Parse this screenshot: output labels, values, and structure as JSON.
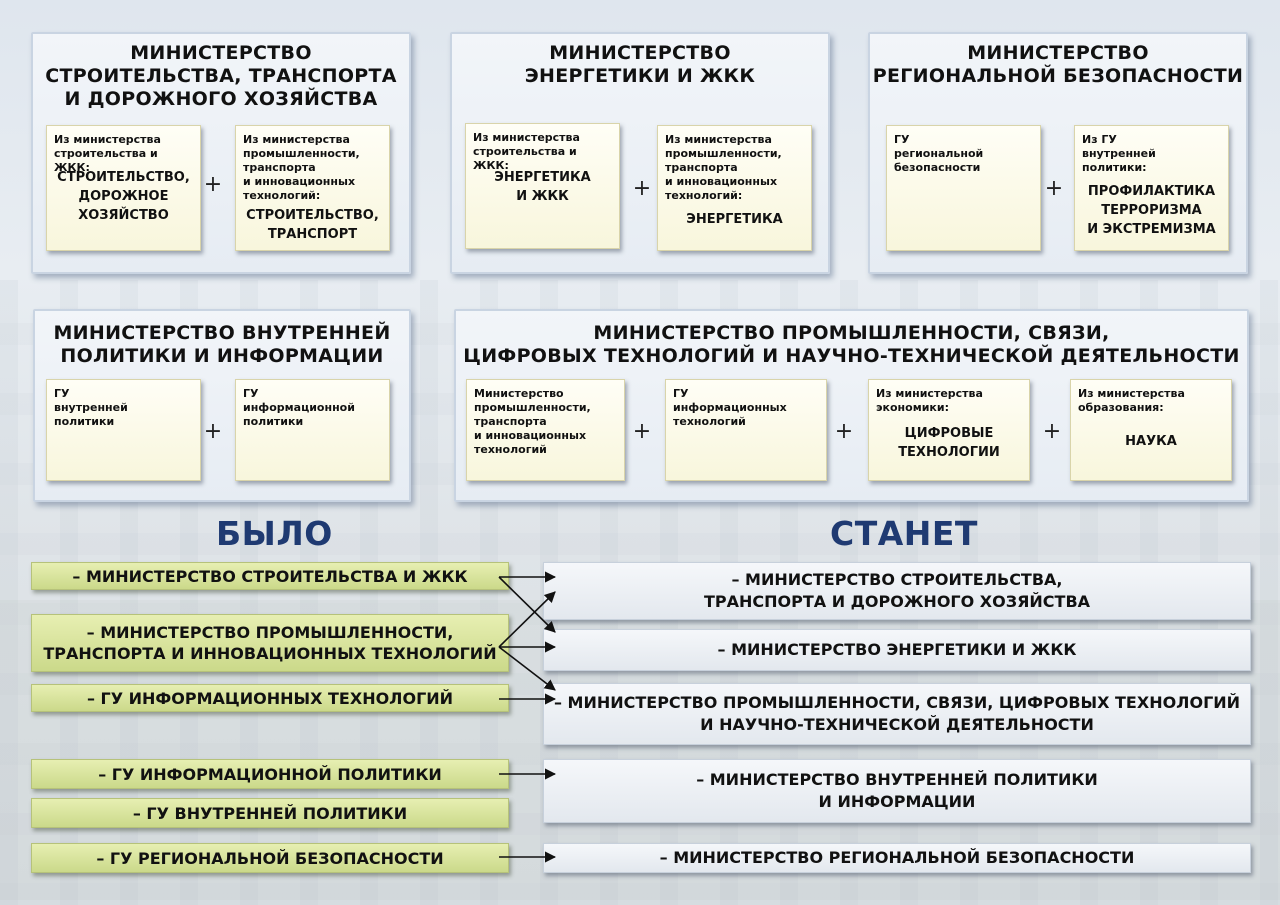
{
  "panels": {
    "construction": {
      "title": "МИНИСТЕРСТВО\nСТРОИТЕЛЬСТВА, ТРАНСПОРТА\nИ ДОРОЖНОГО ХОЗЯЙСТВА",
      "card1_small": "Из министерства\nстроительства и ЖКК:",
      "card1_big": "СТРОИТЕЛЬСТВО,\nДОРОЖНОЕ\nХОЗЯЙСТВО",
      "card2_small": "Из министерства\nпромышленности,\nтранспорта\nи инновационных\nтехнологий:",
      "card2_big": "СТРОИТЕЛЬСТВО,\nТРАНСПОРТ"
    },
    "energy": {
      "title": "МИНИСТЕРСТВО\nЭНЕРГЕТИКИ И ЖКК",
      "card1_small": "Из министерства\nстроительства и ЖКК:",
      "card1_big": "ЭНЕРГЕТИКА\nИ ЖКК",
      "card2_small": "Из министерства\nпромышленности,\nтранспорта\nи инновационных\nтехнологий:",
      "card2_big": "ЭНЕРГЕТИКА"
    },
    "security": {
      "title": "МИНИСТЕРСТВО\nРЕГИОНАЛЬНОЙ БЕЗОПАСНОСТИ",
      "card1_small": "ГУ\nрегиональной\nбезопасности",
      "card2_small": "Из ГУ\nвнутренней\nполитики:",
      "card2_big": "ПРОФИЛАКТИКА\nТЕРРОРИЗМА\nИ ЭКСТРЕМИЗМА"
    },
    "internal": {
      "title": "МИНИСТЕРСТВО ВНУТРЕННЕЙ\nПОЛИТИКИ И ИНФОРМАЦИИ",
      "card1_small": "ГУ\nвнутренней\nполитики",
      "card2_small": "ГУ\nинформационной\nполитики"
    },
    "industry": {
      "title": "МИНИСТЕРСТВО ПРОМЫШЛЕННОСТИ, СВЯЗИ,\nЦИФРОВЫХ ТЕХНОЛОГИЙ И НАУЧНО-ТЕХНИЧЕСКОЙ ДЕЯТЕЛЬНОСТИ",
      "card1_small": "Министерство\nпромышленности,\nтранспорта\nи инновационных\nтехнологий",
      "card2_small": "ГУ\nинформационных\nтехнологий",
      "card3_small": "Из министерства\nэкономики:",
      "card3_big": "ЦИФРОВЫЕ\nТЕХНОЛОГИИ",
      "card4_small": "Из министерства\nобразования:",
      "card4_big": "НАУКА"
    }
  },
  "plus_sign": "+",
  "headings": {
    "before": "БЫЛО",
    "after": "СТАНЕТ"
  },
  "before": [
    "– МИНИСТЕРСТВО СТРОИТЕЛЬСТВА И ЖКК",
    "– МИНИСТЕРСТВО ПРОМЫШЛЕННОСТИ,\nТРАНСПОРТА И ИННОВАЦИОННЫХ ТЕХНОЛОГИЙ",
    "– ГУ ИНФОРМАЦИОННЫХ ТЕХНОЛОГИЙ",
    "– ГУ ИНФОРМАЦИОННОЙ ПОЛИТИКИ",
    "– ГУ ВНУТРЕННЕЙ ПОЛИТИКИ",
    "– ГУ РЕГИОНАЛЬНОЙ БЕЗОПАСНОСТИ"
  ],
  "after": [
    "– МИНИСТЕРСТВО СТРОИТЕЛЬСТВА,\nТРАНСПОРТА И ДОРОЖНОГО ХОЗЯЙСТВА",
    "– МИНИСТЕРСТВО ЭНЕРГЕТИКИ И ЖКК",
    "– МИНИСТЕРСТВО ПРОМЫШЛЕННОСТИ, СВЯЗИ, ЦИФРОВЫХ ТЕХНОЛОГИЙ\nИ НАУЧНО-ТЕХНИЧЕСКОЙ ДЕЯТЕЛЬНОСТИ",
    "– МИНИСТЕРСТВО ВНУТРЕННЕЙ ПОЛИТИКИ\nИ ИНФОРМАЦИИ",
    "– МИНИСТЕРСТВО РЕГИОНАЛЬНОЙ БЕЗОПАСНОСТИ"
  ],
  "colors": {
    "heading": "#1f3a72",
    "old_bar": "#cbd98a",
    "card": "#f8f6dc"
  }
}
